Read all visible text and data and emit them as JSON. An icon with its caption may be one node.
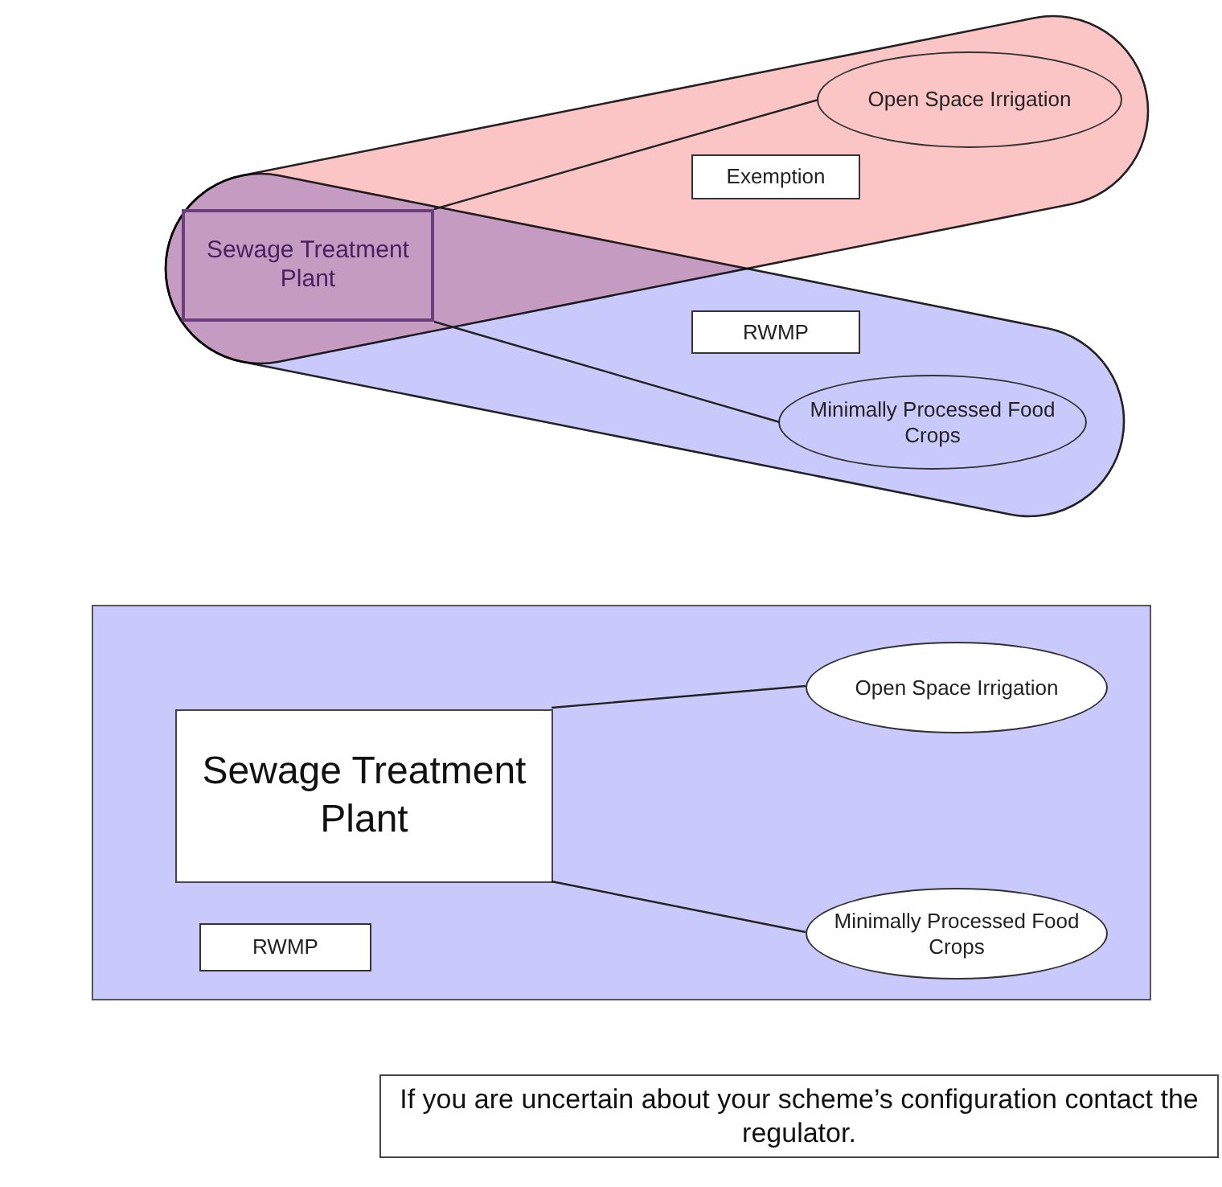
{
  "diagram": {
    "nodes": [
      {
        "text": [],
        "shape": "capsule"
      },
      {
        "text": [],
        "shape": "capsule"
      },
      {
        "text": [
          "Sewage Treatment Plant"
        ]
      },
      {
        "text": [
          "Open Space Irrigation"
        ],
        "in": 0
      },
      {
        "text": [
          "Exemption"
        ],
        "in": 0
      },
      {
        "text": [
          "RWMP"
        ],
        "in": 1
      },
      {
        "text": [
          "Minimally Processed Food Crops"
        ],
        "in": 1
      },
      {
        "text": [],
        "shape": "box"
      },
      {
        "text": [
          "Sewage Treatment Plant"
        ],
        "in": 7
      },
      {
        "text": [
          "Open Space Irrigation"
        ],
        "in": 7
      },
      {
        "text": [
          "Minimally Processed Food Crops"
        ],
        "in": 7
      },
      {
        "text": [
          "RWMP"
        ],
        "in": 7
      },
      {
        "text": [
          "If you are uncertain about your scheme’s configuration contact the regulator."
        ]
      }
    ],
    "edges": [
      {
        "from": 2,
        "to": 3,
        "arrow": "none"
      },
      {
        "from": 2,
        "to": 6,
        "arrow": "none"
      },
      {
        "from": 8,
        "to": 9,
        "arrow": "none"
      },
      {
        "from": 8,
        "to": 10,
        "arrow": "none"
      }
    ]
  }
}
